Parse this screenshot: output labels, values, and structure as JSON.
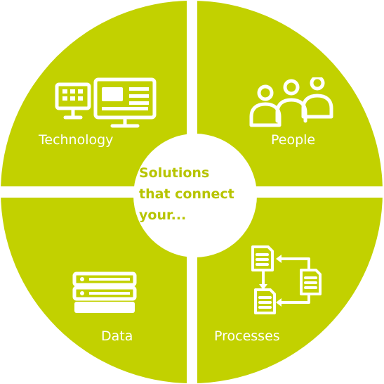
{
  "diagram": {
    "center": {
      "lines": [
        "Solutions",
        "that connect",
        "your..."
      ]
    },
    "segments": [
      {
        "id": "technology",
        "label": "Technology",
        "icon": "computer-monitor-icon"
      },
      {
        "id": "people",
        "label": "People",
        "icon": "people-group-icon"
      },
      {
        "id": "data",
        "label": "Data",
        "icon": "server-stack-icon"
      },
      {
        "id": "processes",
        "label": "Processes",
        "icon": "process-flow-icon"
      }
    ]
  },
  "colors": {
    "segment_fill": "#c2d100",
    "center_text": "#b7c400",
    "background": "#ffffff",
    "icon_stroke": "#ffffff"
  }
}
